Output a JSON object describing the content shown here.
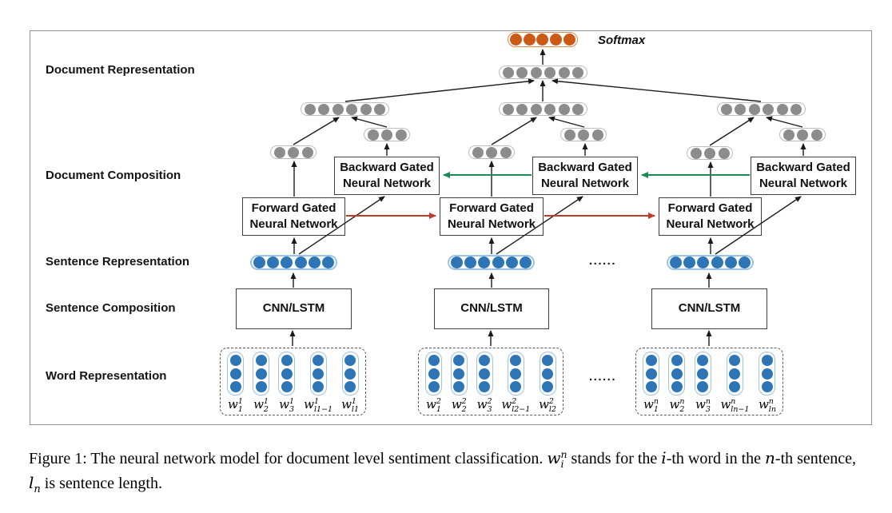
{
  "figure": {
    "layer_labels": [
      "Document Representation",
      "Document Composition",
      "Sentence Representation",
      "Sentence Composition",
      "Word Representation"
    ],
    "softmax_label": "Softmax",
    "ellipsis_sentence": "......",
    "ellipsis_words": "......",
    "groups": [
      {
        "forward_label": "Forward Gated\nNeural Network",
        "backward_label": "Backward Gated\nNeural Network",
        "cnn_label": "CNN/LSTM",
        "words": [
          {
            "base": "w",
            "sup": "1",
            "sub": "1"
          },
          {
            "base": "w",
            "sup": "1",
            "sub": "2"
          },
          {
            "base": "w",
            "sup": "1",
            "sub": "3"
          },
          {
            "base": "w",
            "sup": "1",
            "sub": "l1−1"
          },
          {
            "base": "w",
            "sup": "1",
            "sub": "l1"
          }
        ]
      },
      {
        "forward_label": "Forward Gated\nNeural Network",
        "backward_label": "Backward Gated\nNeural Network",
        "cnn_label": "CNN/LSTM",
        "words": [
          {
            "base": "w",
            "sup": "2",
            "sub": "1"
          },
          {
            "base": "w",
            "sup": "2",
            "sub": "2"
          },
          {
            "base": "w",
            "sup": "2",
            "sub": "3"
          },
          {
            "base": "w",
            "sup": "2",
            "sub": "l2−1"
          },
          {
            "base": "w",
            "sup": "2",
            "sub": "l2"
          }
        ]
      },
      {
        "forward_label": "Forward Gated\nNeural Network",
        "backward_label": "Backward Gated\nNeural Network",
        "cnn_label": "CNN/LSTM",
        "words": [
          {
            "base": "w",
            "sup": "n",
            "sub": "1"
          },
          {
            "base": "w",
            "sup": "n",
            "sub": "2"
          },
          {
            "base": "w",
            "sup": "n",
            "sub": "3"
          },
          {
            "base": "w",
            "sup": "n",
            "sub": "ln−1"
          },
          {
            "base": "w",
            "sup": "n",
            "sub": "ln"
          }
        ]
      }
    ],
    "colors": {
      "word_sentence_circles": "#2e75b6",
      "document_circles": "#8c8c8c",
      "softmax_circles": "#cc5a17",
      "forward_arrow": "#bf3b28",
      "backward_arrow": "#1c8a55"
    }
  },
  "caption": {
    "part1": "Figure 1: The neural network model for document level sentiment classification. ",
    "w_base": "w",
    "w_sup": "n",
    "w_sub": "i",
    "part2": " stands for the ",
    "italic_i": "i",
    "part3": "-th word in the ",
    "italic_n": "n",
    "part4": "-th sentence, ",
    "l_base": "l",
    "l_sub": "n",
    "part5": " is sentence length."
  }
}
